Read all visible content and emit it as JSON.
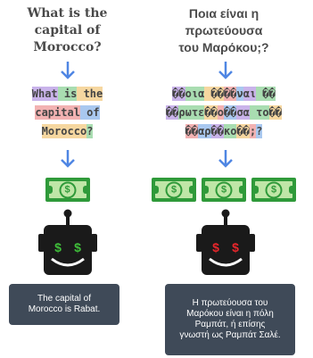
{
  "left": {
    "title": "What is the\ncapital of\nMorocco?",
    "tokens": [
      [
        {
          "text": "What",
          "color": "#c9b3ea"
        },
        {
          "text": " is",
          "color": "#a9ddb1"
        },
        {
          "text": " the",
          "color": "#f6d7a0"
        }
      ],
      [
        {
          "text": "capital",
          "color": "#f2b2b2"
        },
        {
          "text": " of",
          "color": "#a9c8ef"
        }
      ],
      [
        {
          "text": "Morocco",
          "color": "#f6d7a0"
        },
        {
          "text": "?",
          "color": "#a9ddb1"
        }
      ]
    ],
    "bill_count": 1,
    "robot_eye_color": "#3fbf3a",
    "answer": "The capital of\nMorocco is Rabat."
  },
  "right": {
    "title": "Ποια είναι η\nπρωτεύουσα\nτου Μαρόκου;?",
    "tokens": [
      [
        {
          "text": "��",
          "color": "#c9b3ea"
        },
        {
          "text": "οια",
          "color": "#a9ddb1"
        },
        {
          "text": " ��",
          "color": "#f6d7a0"
        },
        {
          "text": "��",
          "color": "#f2b2b2"
        },
        {
          "text": "ν",
          "color": "#a9c8ef"
        },
        {
          "text": "αι",
          "color": "#c9b3ea"
        },
        {
          "text": " ��",
          "color": "#a9ddb1"
        }
      ],
      [
        {
          "text": "��",
          "color": "#c9b3ea"
        },
        {
          "text": "ρωτε",
          "color": "#a9ddb1"
        },
        {
          "text": "��",
          "color": "#f6d7a0"
        },
        {
          "text": "ο",
          "color": "#f2b2b2"
        },
        {
          "text": "��",
          "color": "#a9c8ef"
        },
        {
          "text": "σα",
          "color": "#c9b3ea"
        },
        {
          "text": " το",
          "color": "#a9ddb1"
        },
        {
          "text": "��",
          "color": "#f6d7a0"
        }
      ],
      [
        {
          "text": "��",
          "color": "#f2b2b2"
        },
        {
          "text": "αρ",
          "color": "#a9c8ef"
        },
        {
          "text": "��",
          "color": "#c9b3ea"
        },
        {
          "text": "κο",
          "color": "#a9ddb1"
        },
        {
          "text": "��",
          "color": "#f6d7a0"
        },
        {
          "text": ";",
          "color": "#f2b2b2"
        },
        {
          "text": "?",
          "color": "#a9c8ef"
        }
      ]
    ],
    "bill_count": 3,
    "robot_eye_color": "#e8262b",
    "answer": "Η πρωτεύουσα του\nΜαρόκου είναι η πόλη\nΡαμπάτ, ή επίσης\nγνωστή ως Ραμπάτ Σαλέ."
  },
  "money_symbol": "$",
  "colors": {
    "arrow": "#4f86e3",
    "robot_body": "#1a1a1a",
    "bill_dark": "#2f9a3a",
    "bill_light": "#bfe6a7",
    "answer_bg": "#3f4a58"
  }
}
